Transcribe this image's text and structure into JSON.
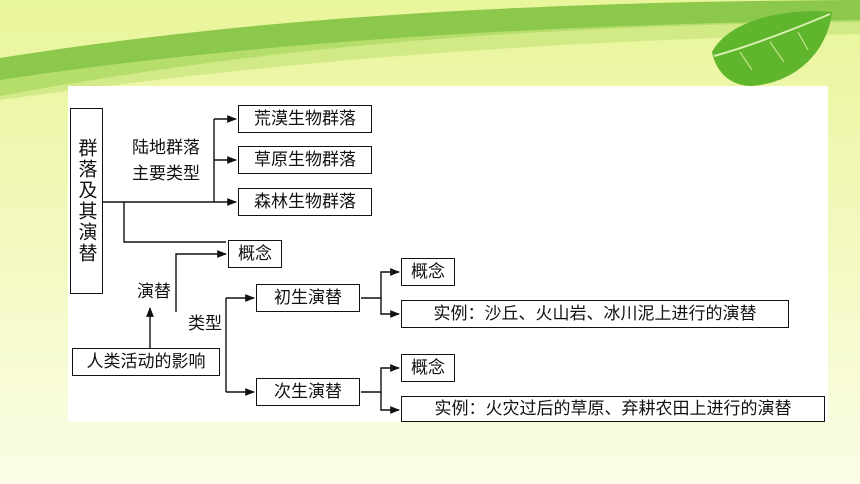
{
  "title_vertical": "群落及其演替",
  "branch_land": {
    "label_line1": "陆地群落",
    "label_line2": "主要类型",
    "items": [
      "荒漠生物群落",
      "草原生物群落",
      "森林生物群落"
    ]
  },
  "concept_label": "概念",
  "succession_label": "演替",
  "type_label": "类型",
  "human_activity_label": "人类活动的影响",
  "primary": {
    "label": "初生演替",
    "concept": "概念",
    "example": "实例：沙丘、火山岩、冰川泥上进行的演替"
  },
  "secondary": {
    "label": "次生演替",
    "concept": "概念",
    "example": "实例：火灾过后的草原、弃耕农田上进行的演替"
  },
  "colors": {
    "line": "#111111",
    "leaf": "#5fb52c",
    "banner": "#7cc23a"
  }
}
